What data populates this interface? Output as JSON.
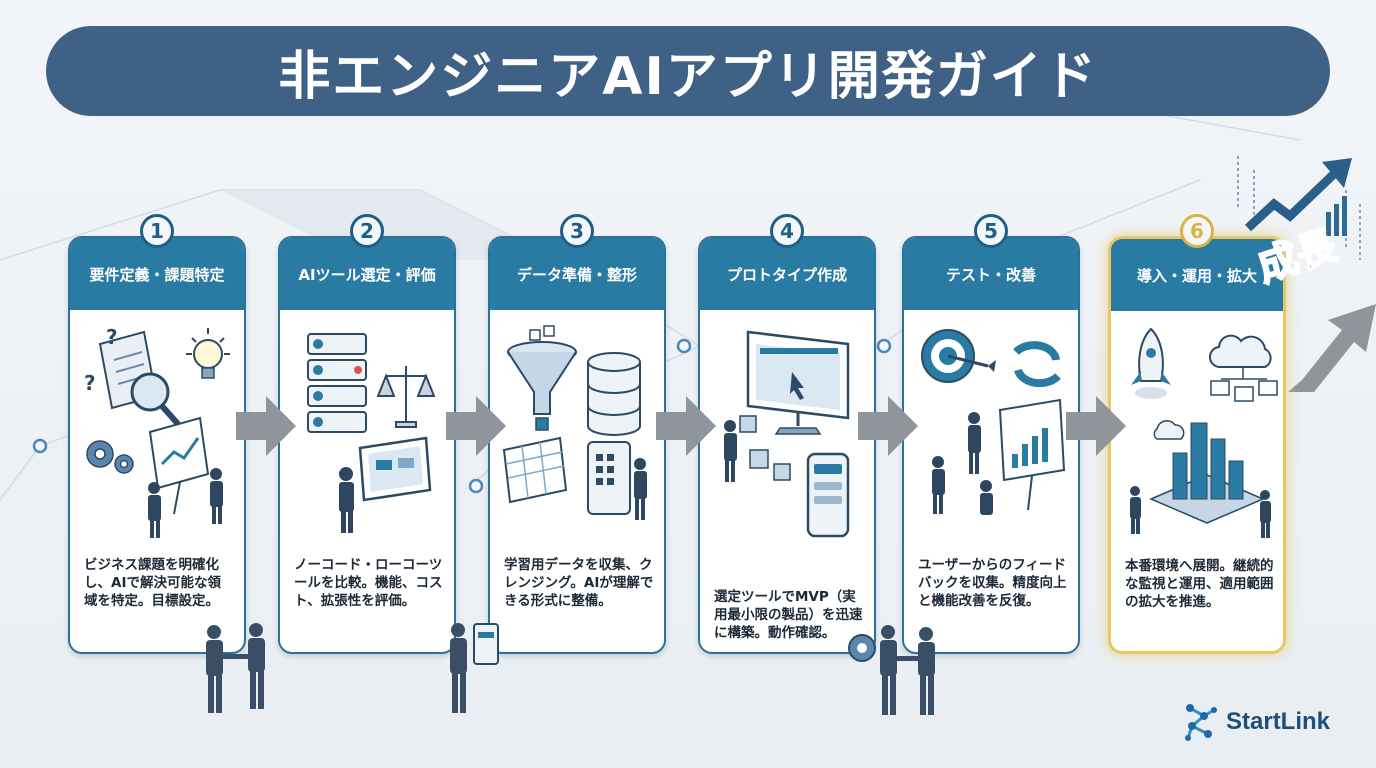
{
  "title": "非エンジニアAIアプリ開発ガイド",
  "steps": [
    {
      "number": "1",
      "heading": "要件定義・課題特定",
      "description": "ビジネス課題を明確化し、AIで解決可能な領域を特定。目標設定。"
    },
    {
      "number": "2",
      "heading": "AIツール選定・評価",
      "description": "ノーコード・ローコーツールを比較。機能、コスト、拡張性を評価。"
    },
    {
      "number": "3",
      "heading": "データ準備・整形",
      "description": "学習用データを収集、クレンジング。AIが理解できる形式に整備。"
    },
    {
      "number": "4",
      "heading": "プロトタイプ作成",
      "description": "選定ツールでMVP（実用最小限の製品）を迅速に構築。動作確認。"
    },
    {
      "number": "5",
      "heading": "テスト・改善",
      "description": "ユーザーからのフィードバックを収集。精度向上と機能改善を反復。"
    },
    {
      "number": "6",
      "heading": "導入・運用・拡大",
      "description": "本番環境へ展開。継続的な監視と運用、適用範囲の拡大を推進。"
    }
  ],
  "growth_label": "成長",
  "brand": {
    "name": "StartLink"
  },
  "colors": {
    "title_bg": "#3f6185",
    "card_header": "#2a7ba3",
    "highlight": "#e8c766",
    "arrow": "#8f959b"
  }
}
